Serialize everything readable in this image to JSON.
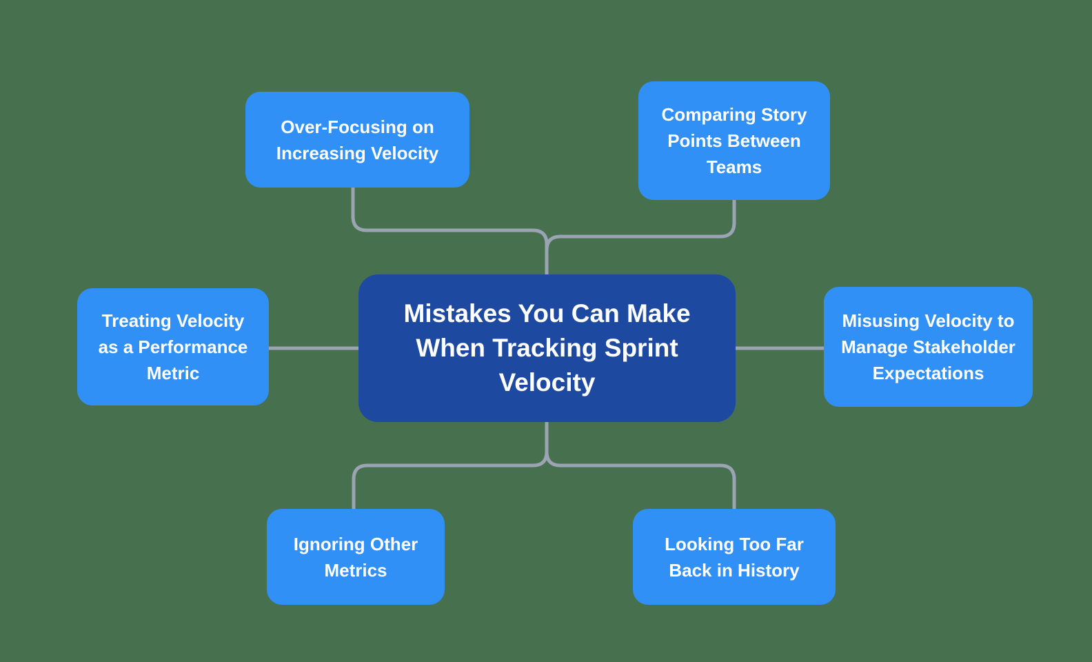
{
  "diagram": {
    "type": "mind-map",
    "title": "Mistakes You Can Make When Tracking Sprint Velocity"
  },
  "colors": {
    "background": "#47714E",
    "center_node_fill": "#1D4AA0",
    "child_node_fill": "#3190F6",
    "connector_stroke": "#9AA4B2",
    "text": "#FFFFFF"
  },
  "center": {
    "label": "Mistakes You Can Make When Tracking Sprint Velocity",
    "lines": [
      "Mistakes You Can Make",
      "When Tracking Sprint",
      "Velocity"
    ]
  },
  "nodes": [
    {
      "id": "over-focusing-on-increasing-velocity",
      "position": "top-left",
      "label": "Over-Focusing on Increasing Velocity",
      "lines": [
        "Over-Focusing on",
        "Increasing Velocity"
      ]
    },
    {
      "id": "comparing-story-points-between-teams",
      "position": "top-right",
      "label": "Comparing Story Points Between Teams",
      "lines": [
        "Comparing Story",
        "Points Between",
        "Teams"
      ]
    },
    {
      "id": "treating-velocity-as-a-performance-metric",
      "position": "middle-left",
      "label": "Treating Velocity as a Performance Metric",
      "lines": [
        "Treating Velocity",
        "as a Performance",
        "Metric"
      ]
    },
    {
      "id": "misusing-velocity-to-manage-stakeholder-expectations",
      "position": "middle-right",
      "label": "Misusing Velocity to Manage Stakeholder Expectations",
      "lines": [
        "Misusing Velocity to",
        "Manage Stakeholder",
        "Expectations"
      ]
    },
    {
      "id": "ignoring-other-metrics",
      "position": "bottom-left",
      "label": "Ignoring Other Metrics",
      "lines": [
        "Ignoring Other",
        "Metrics"
      ]
    },
    {
      "id": "looking-too-far-back-in-history",
      "position": "bottom-right",
      "label": "Looking Too Far Back in History",
      "lines": [
        "Looking Too Far",
        "Back in History"
      ]
    }
  ]
}
